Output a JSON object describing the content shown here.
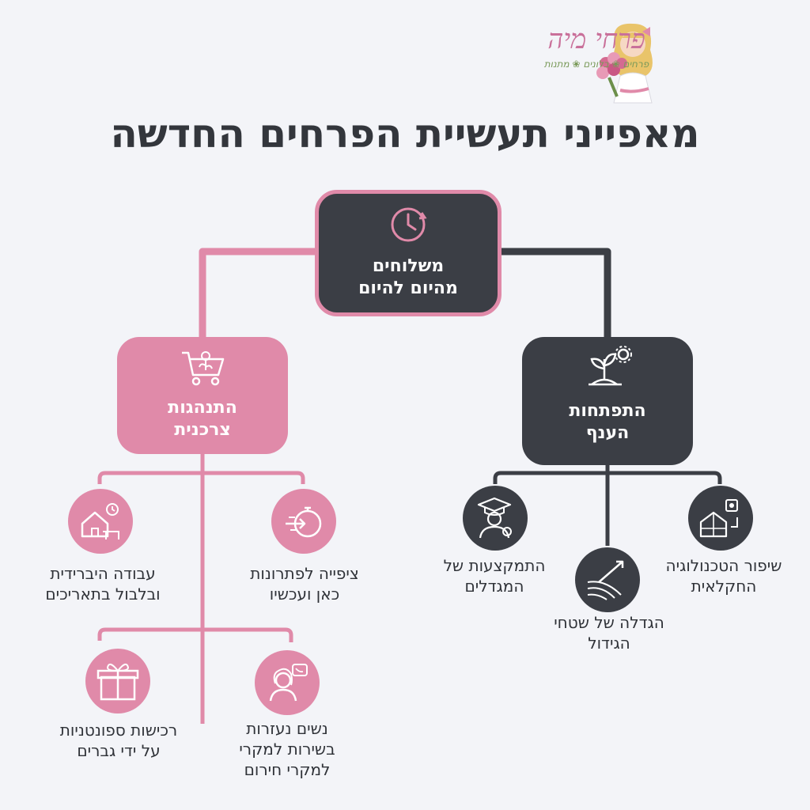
{
  "logo": {
    "name": "פרחי מיה",
    "tagline": "פרחים ❀ בלונים ❀ מתנות"
  },
  "title": "מאפייני תעשיית הפרחים החדשה",
  "root": {
    "label": "משלוחים מהיום להיום",
    "icon": "clock-icon"
  },
  "left_branch": {
    "label": "התנהגות צרכנית",
    "icon": "flower-cart-icon",
    "items": [
      {
        "label": "עבודה היברידית ובלבול בתאריכים",
        "icon": "home-office-icon"
      },
      {
        "label": "ציפייה לפתרונות כאן ועכשיו",
        "icon": "stopwatch-icon"
      },
      {
        "label": "רכישות ספונטניות על ידי גברים",
        "icon": "gift-icon"
      },
      {
        "label": "נשים נעזרות בשירות למקרי למקרי חירום",
        "icon": "woman-phone-icon"
      }
    ]
  },
  "right_branch": {
    "label": "התפתחות הענף",
    "icon": "plant-gear-icon",
    "items": [
      {
        "label": "התמקצעות של המגדלים",
        "icon": "graduate-icon"
      },
      {
        "label": "הגדלה של שטחי הגידול",
        "icon": "field-growth-icon"
      },
      {
        "label": "שיפור הטכנולוגיה החקלאית",
        "icon": "greenhouse-tech-icon"
      }
    ]
  },
  "colors": {
    "pink": "#e08aa9",
    "dark": "#3b3e45",
    "background": "#f3f4f8"
  }
}
